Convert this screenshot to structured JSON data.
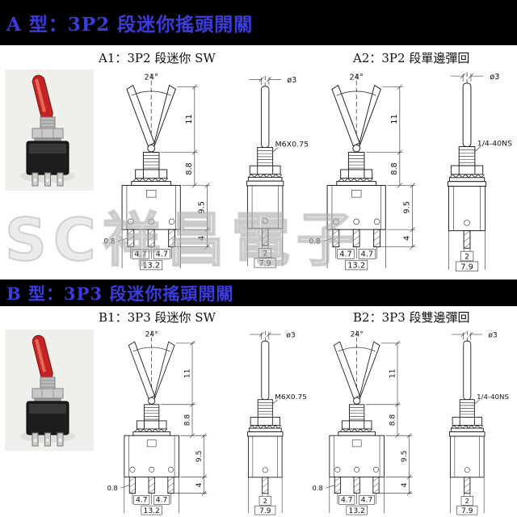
{
  "page": {
    "header_bg": "#000000",
    "title_color": "#3c3cdc",
    "accent_red": "#c32322"
  },
  "sections": {
    "a": {
      "title": "A 型：3P2 段迷你搖頭開關",
      "sub1": "A1：3P2 段迷你 SW",
      "sub2": "A2：3P2 段單邊彈回"
    },
    "b": {
      "title": "B 型：3P3 段迷你搖頭開關",
      "sub1": "B1：3P3 段迷你 SW",
      "sub2": "B2：3P3 段雙邊彈回"
    }
  },
  "dims": {
    "angle": "24°",
    "lever_dia": "ø3",
    "lever_len": "11",
    "bushing": "8.8",
    "body_h": "9.5",
    "pin_len": "4",
    "pin_thk": "0.8",
    "pitch_a": "4.7",
    "pitch_b": "4.7",
    "body_w": "13.2",
    "body_d": "7.9",
    "pin_w": "2",
    "thread_metric": "M6X0.75",
    "thread_imperial": "1/4-40NS"
  },
  "watermark": "SC祥昌電子"
}
